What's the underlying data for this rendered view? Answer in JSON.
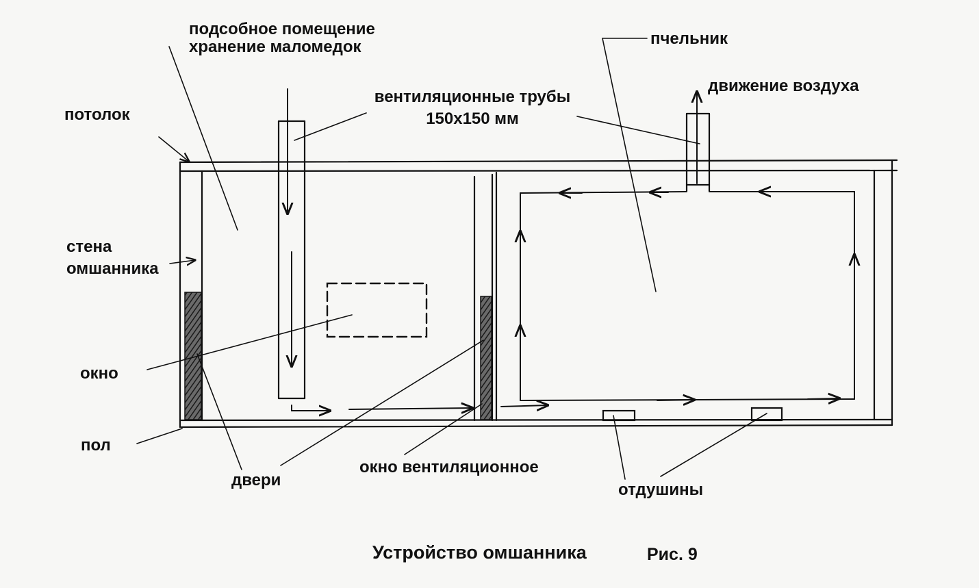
{
  "labels": {
    "aux_room": "подсобное помещение\nхранение маломедок",
    "beehouse": "пчельник",
    "vent_pipes": "вентиляционные трубы\n150х150 мм",
    "air_flow": "движение воздуха",
    "ceiling": "потолок",
    "wall": "стена\nомшанника",
    "window": "окно",
    "floor": "пол",
    "doors": "двери",
    "vent_window": "окно вентиляционное",
    "vents": "отдушины"
  },
  "caption": {
    "title": "Устройство омшанника",
    "figure": "Рис. 9"
  },
  "colors": {
    "ink": "#111111",
    "paper": "#f7f7f5",
    "hatch": "#2a2a2a"
  }
}
